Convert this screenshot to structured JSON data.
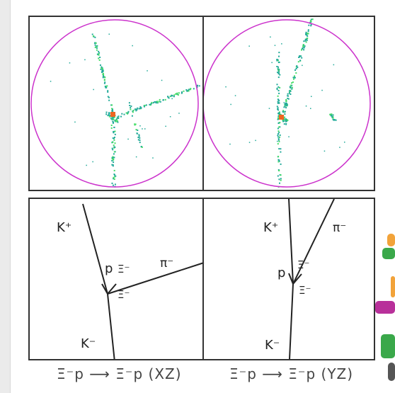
{
  "figure": {
    "views": [
      {
        "id": "xz",
        "labels": {
          "kplus": "K⁺",
          "kminus": "K⁻",
          "proton": "p",
          "xi_top": "Ξ⁻",
          "xi_bottom": "Ξ⁻",
          "pi": "π⁻"
        },
        "caption": "Ξ⁻p ⟶ Ξ⁻p (XZ)"
      },
      {
        "id": "yz",
        "labels": {
          "kplus": "K⁺",
          "kminus": "K⁻",
          "proton": "p",
          "xi_top": "Ξ⁻",
          "xi_bottom": "Ξ⁻",
          "pi": "π⁻"
        },
        "caption": "Ξ⁻p ⟶ Ξ⁻p (YZ)"
      }
    ]
  },
  "colors": {
    "circle": "#cc33cc",
    "track": "#22aa99",
    "hit_bright": "#44dd66",
    "vertex": "#ee6622",
    "frame": "#333333",
    "decor_orange": "#f2a33a",
    "decor_green": "#3aa84a",
    "decor_magenta": "#b8309a"
  }
}
